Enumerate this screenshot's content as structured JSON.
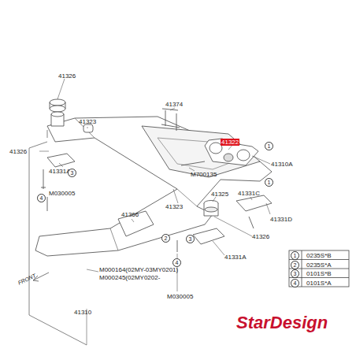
{
  "diagram": {
    "labels": [
      "41326",
      "41323",
      "41374",
      "41322",
      "41310A",
      "M700135",
      "41326",
      "41331A",
      "M030005",
      "41323",
      "41331C",
      "41331D",
      "41366",
      "41325",
      "41326",
      "41331A",
      "M000164(02MY-03MY0201)",
      "M000245(02MY0202-",
      "M030005",
      "41310",
      "FRONT",
      "1",
      "1",
      "3",
      "4",
      "2",
      "4",
      "3",
      "1",
      "0235S*B",
      "2",
      "0235S*A",
      "3",
      "0101S*B",
      "4",
      "0101S*A",
      "StarDesign"
    ]
  }
}
